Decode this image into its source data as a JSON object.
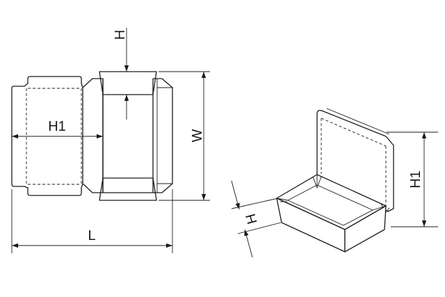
{
  "labels": {
    "h_top": "H",
    "h1_flat": "H1",
    "w": "W",
    "l": "L",
    "h_box": "H",
    "h1_box": "H1"
  }
}
